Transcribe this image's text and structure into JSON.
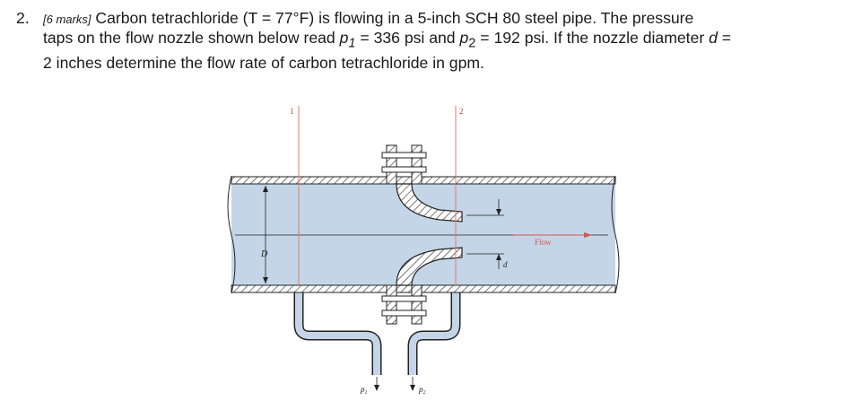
{
  "question": {
    "number": "2.",
    "marks": "[6 marks]",
    "line1_rest": " Carbon tetrachloride (T = 77°F) is flowing in a 5-inch SCH 80 steel pipe.  The pressure",
    "line2_a": "taps on the flow nozzle shown below read ",
    "p1_var": "p",
    "p1_sub": "1",
    "line2_b": " = 336 psi and ",
    "p2_var": "p",
    "p2_sub": "2",
    "line2_c": " = 192 psi.  If the nozzle diameter ",
    "d_var": "d",
    "line2_d": " =",
    "line3": "2 inches determine the flow rate of carbon tetrachloride in gpm."
  },
  "figure": {
    "tap1_label": "1",
    "tap2_label": "2",
    "diameter_label": "D",
    "nozzle_label": "d",
    "flow_label": "Flow",
    "p1_var": "p",
    "p1_sub": "1",
    "p2_var": "p",
    "p2_sub": "2"
  },
  "colors": {
    "fluid": "#c3d5e6",
    "outline": "#222222",
    "tap_line": "#e07a6a",
    "flow_text": "#d9534f"
  }
}
